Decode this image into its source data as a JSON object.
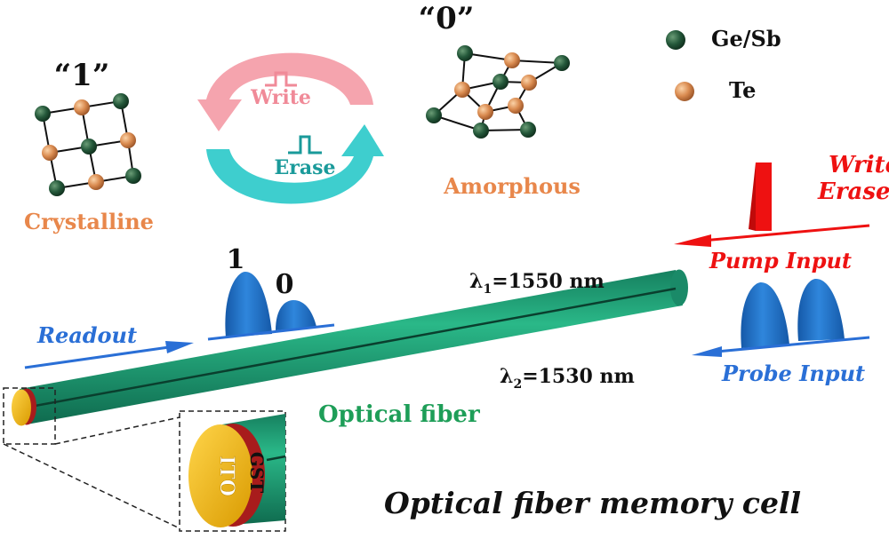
{
  "states": {
    "one_label": "“1”",
    "zero_label": "“0”",
    "crystalline": "Crystalline",
    "amorphous": "Amorphous"
  },
  "cycle": {
    "write": "Write",
    "erase": "Erase"
  },
  "legend": {
    "gesb": "Ge/Sb",
    "te": "Te"
  },
  "pump": {
    "write_erase_line1": "Write/",
    "write_erase_line2": "Erase",
    "pump_input": "Pump Input"
  },
  "probe": {
    "probe_input": "Probe Input"
  },
  "readout": {
    "label": "Readout",
    "bit_one": "1",
    "bit_zero": "0"
  },
  "fiber": {
    "lambda1_prefix": "λ",
    "lambda1_sub": "1",
    "lambda1_value": "=1550 nm",
    "lambda2_prefix": "λ",
    "lambda2_sub": "2",
    "lambda2_value": "=1530 nm",
    "label": "Optical fiber"
  },
  "inset": {
    "gst": "GST",
    "ito": "ITO"
  },
  "caption": "Optical fiber memory cell",
  "colors": {
    "gesb_atom": "#1d4d2c",
    "te_atom": "#d7894f",
    "fiber": "#1e9e78",
    "fiber_dark": "#127256",
    "write_arrow": "#f4a3ad",
    "erase_arrow": "#3fcfcf",
    "pulse_blue": "#1d6ec4",
    "pump_red": "#ee1111",
    "ito": "#f2b705",
    "gst": "#a81c1c",
    "orange_text": "#e8874b"
  }
}
